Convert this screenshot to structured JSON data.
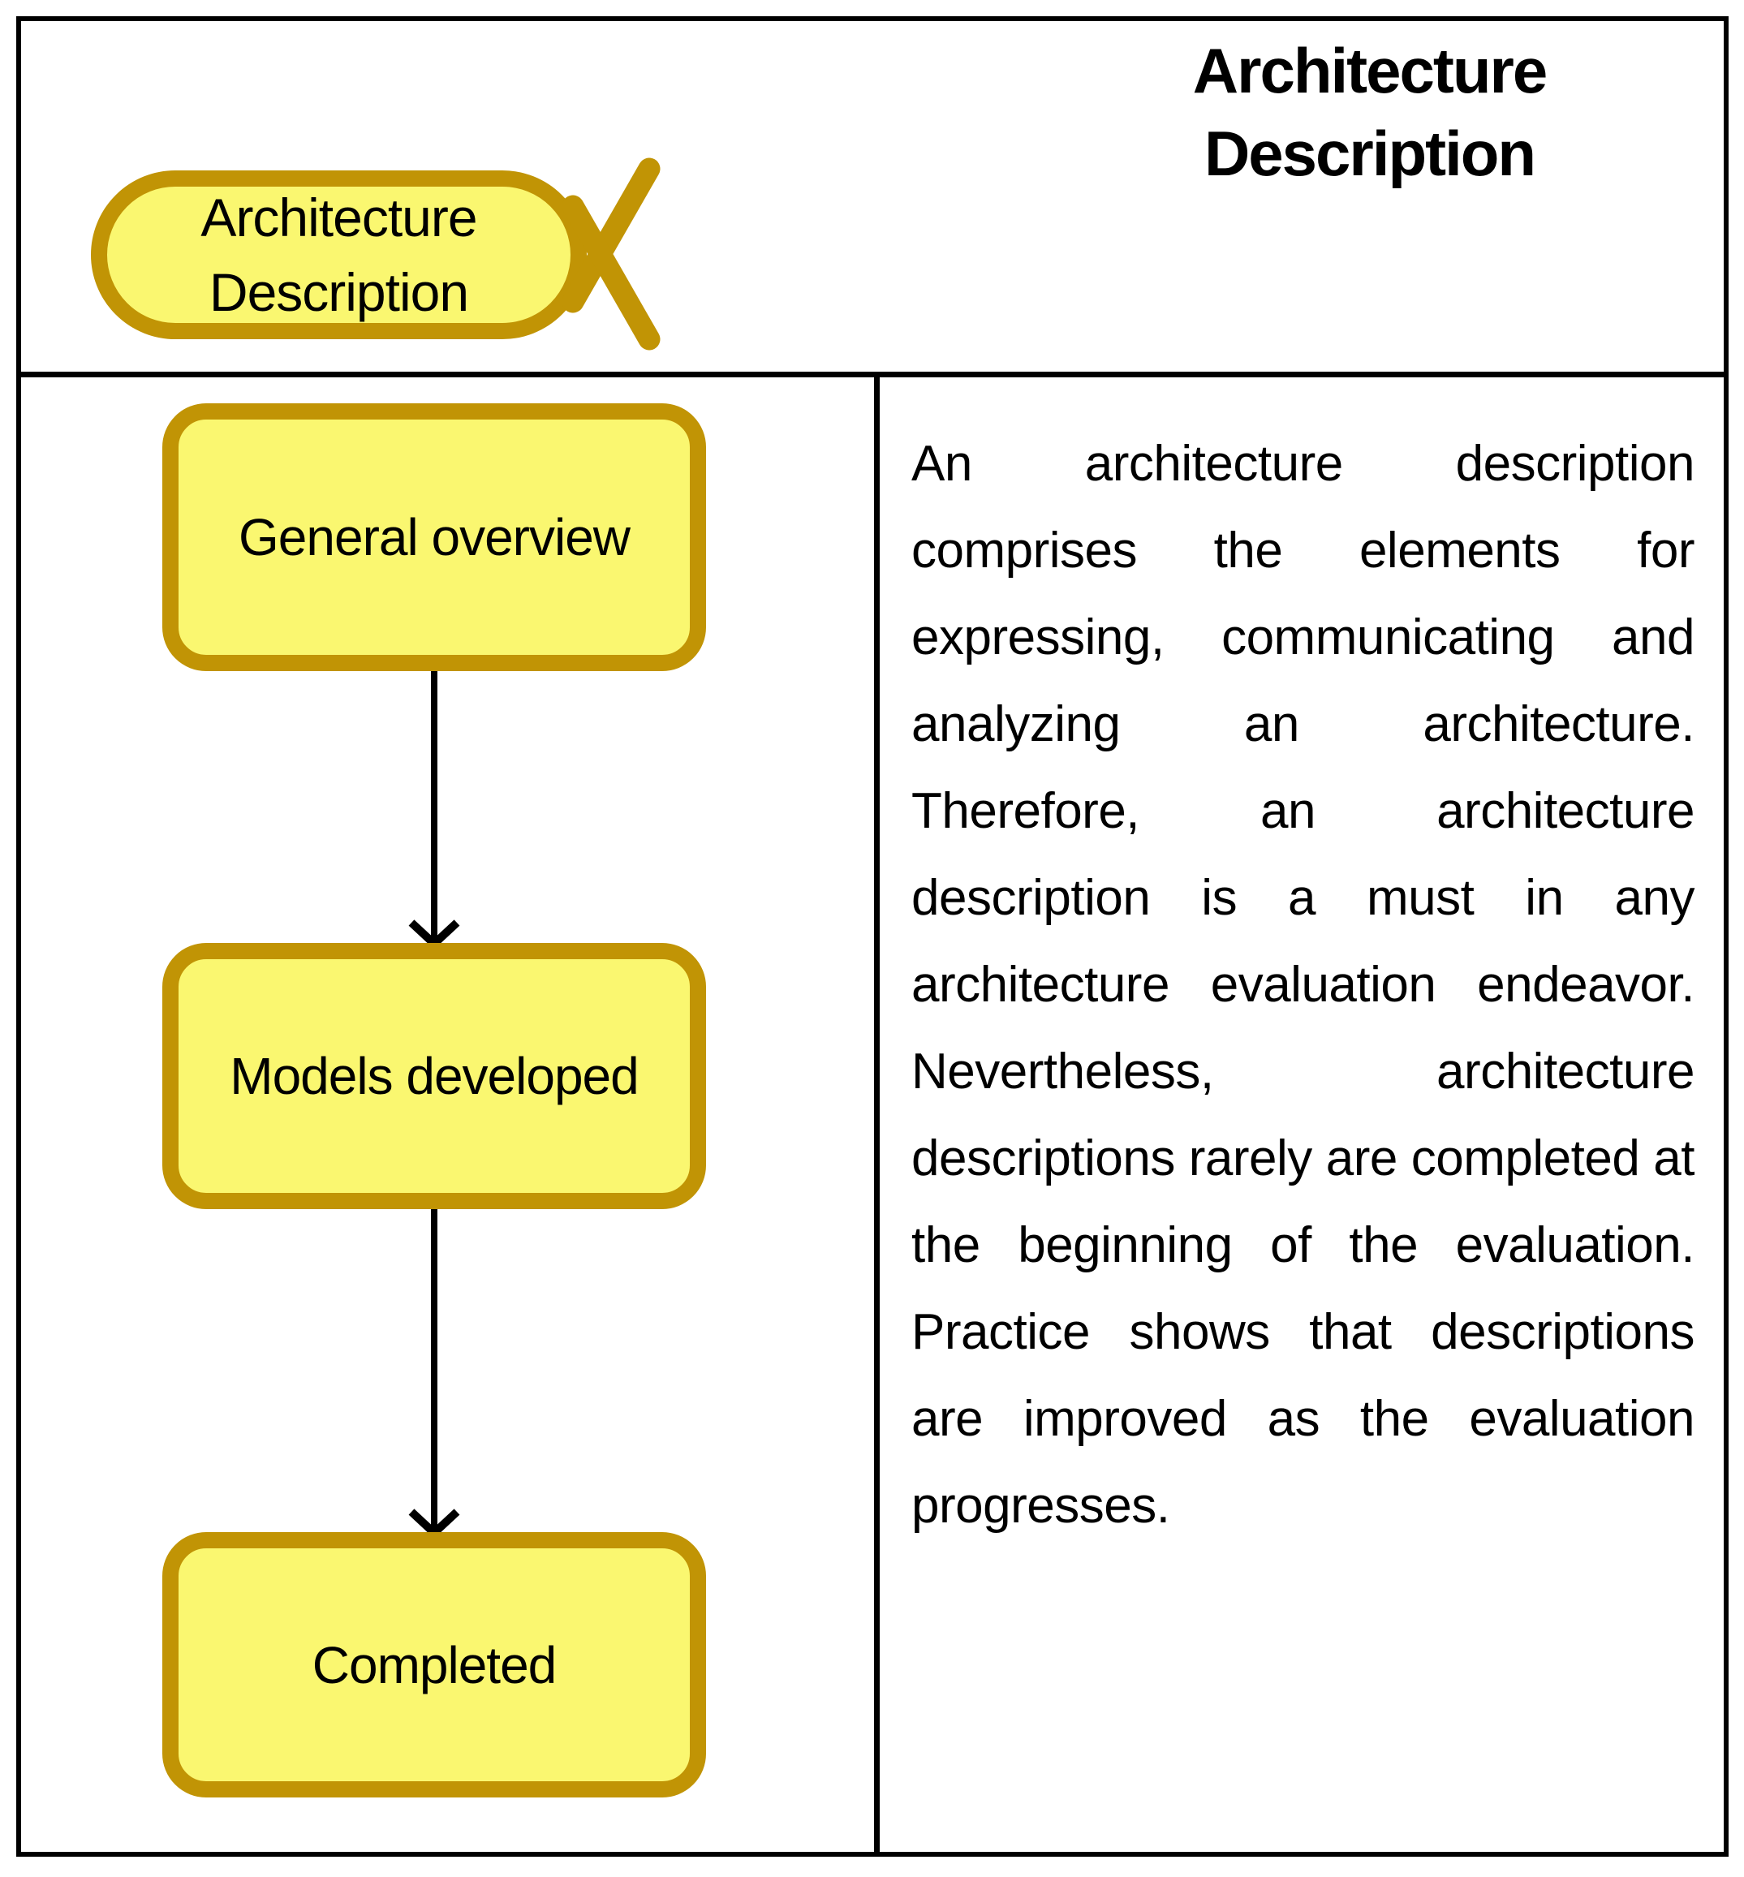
{
  "colors": {
    "gold": "#C19405",
    "fill": "#FAF770",
    "ink": "#000000",
    "paper": "#FFFFFF"
  },
  "header": {
    "title": "Architecture\nDescription"
  },
  "legend_shape": {
    "label": "Architecture\nDescription"
  },
  "flowchart": {
    "nodes": [
      {
        "label": "General overview"
      },
      {
        "label": "Models developed"
      },
      {
        "label": "Completed"
      }
    ]
  },
  "description_panel": {
    "paragraph": "An architecture description comprises the elements for expressing, communicating and analyzing an architecture. Therefore, an architecture description is a must in any architecture evaluation endeavor. Nevertheless, architecture descriptions rarely are completed at the beginning of the evaluation. Practice shows that descriptions are improved as the evaluation progresses."
  }
}
